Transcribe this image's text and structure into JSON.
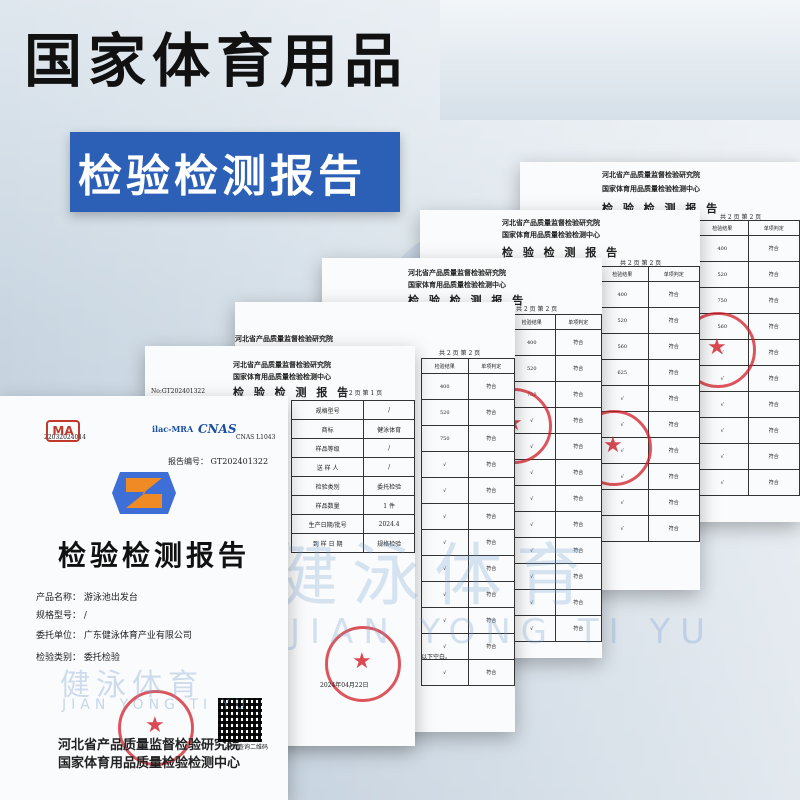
{
  "headline": "国家体育用品",
  "sub_headline": "检验检测报告",
  "watermark": {
    "cn": "健泳体育",
    "en": "JIAN YONG TI YU"
  },
  "report_header": {
    "institute": "河北省产品质量监督检验研究院",
    "center": "国家体育用品质量检验检测中心",
    "title": "检 验 检 测 报 告",
    "page": "共 2 页 第 2 页",
    "page1": "共 2 页 第 1 页"
  },
  "results_table": {
    "headers": [
      "检验结果",
      "单项判定"
    ],
    "values": [
      "400",
      "520",
      "750",
      "560",
      "625"
    ],
    "verdict": "符合",
    "check": "√"
  },
  "info_table": {
    "report_no_label": "No:GT202401322",
    "rows": [
      {
        "label": "规格型号",
        "value": "/"
      },
      {
        "label": "商标",
        "value": "健泳体育"
      },
      {
        "label": "样品等级",
        "value": "/"
      },
      {
        "label": "送 样 人",
        "value": "/"
      },
      {
        "label": "检验类别",
        "value": "委托检验"
      },
      {
        "label": "样品数量",
        "value": "1 件"
      },
      {
        "label": "生产日期/批号",
        "value": "2024.4"
      },
      {
        "label": "到 样 日 期",
        "value": "规格检验"
      }
    ],
    "date": "2024年04月22日",
    "blank_note": "以下空白。"
  },
  "cover": {
    "ma": "MA",
    "cert_no": "22032024014",
    "ilac": "ilac-MRA",
    "cnas": "CNAS",
    "cnas_no": "CNAS L1043",
    "report_no": "报告编号：  GT202401322",
    "title": "检验检测报告",
    "fields": [
      {
        "label": "产品名称：",
        "value": "游泳池出发台"
      },
      {
        "label": "规格型号：",
        "value": "/"
      },
      {
        "label": "委托单位：",
        "value": "广东健泳体育产业有限公司"
      },
      {
        "label": "检验类别：",
        "value": "委托检验"
      }
    ],
    "org1": "河北省产品质量监督检验研究院",
    "org2": "国家体育用品质量检验检测中心",
    "qr_caption": "报告查询二维码"
  },
  "colors": {
    "banner": "#2c5fb6",
    "stamp": "#d21e28"
  }
}
